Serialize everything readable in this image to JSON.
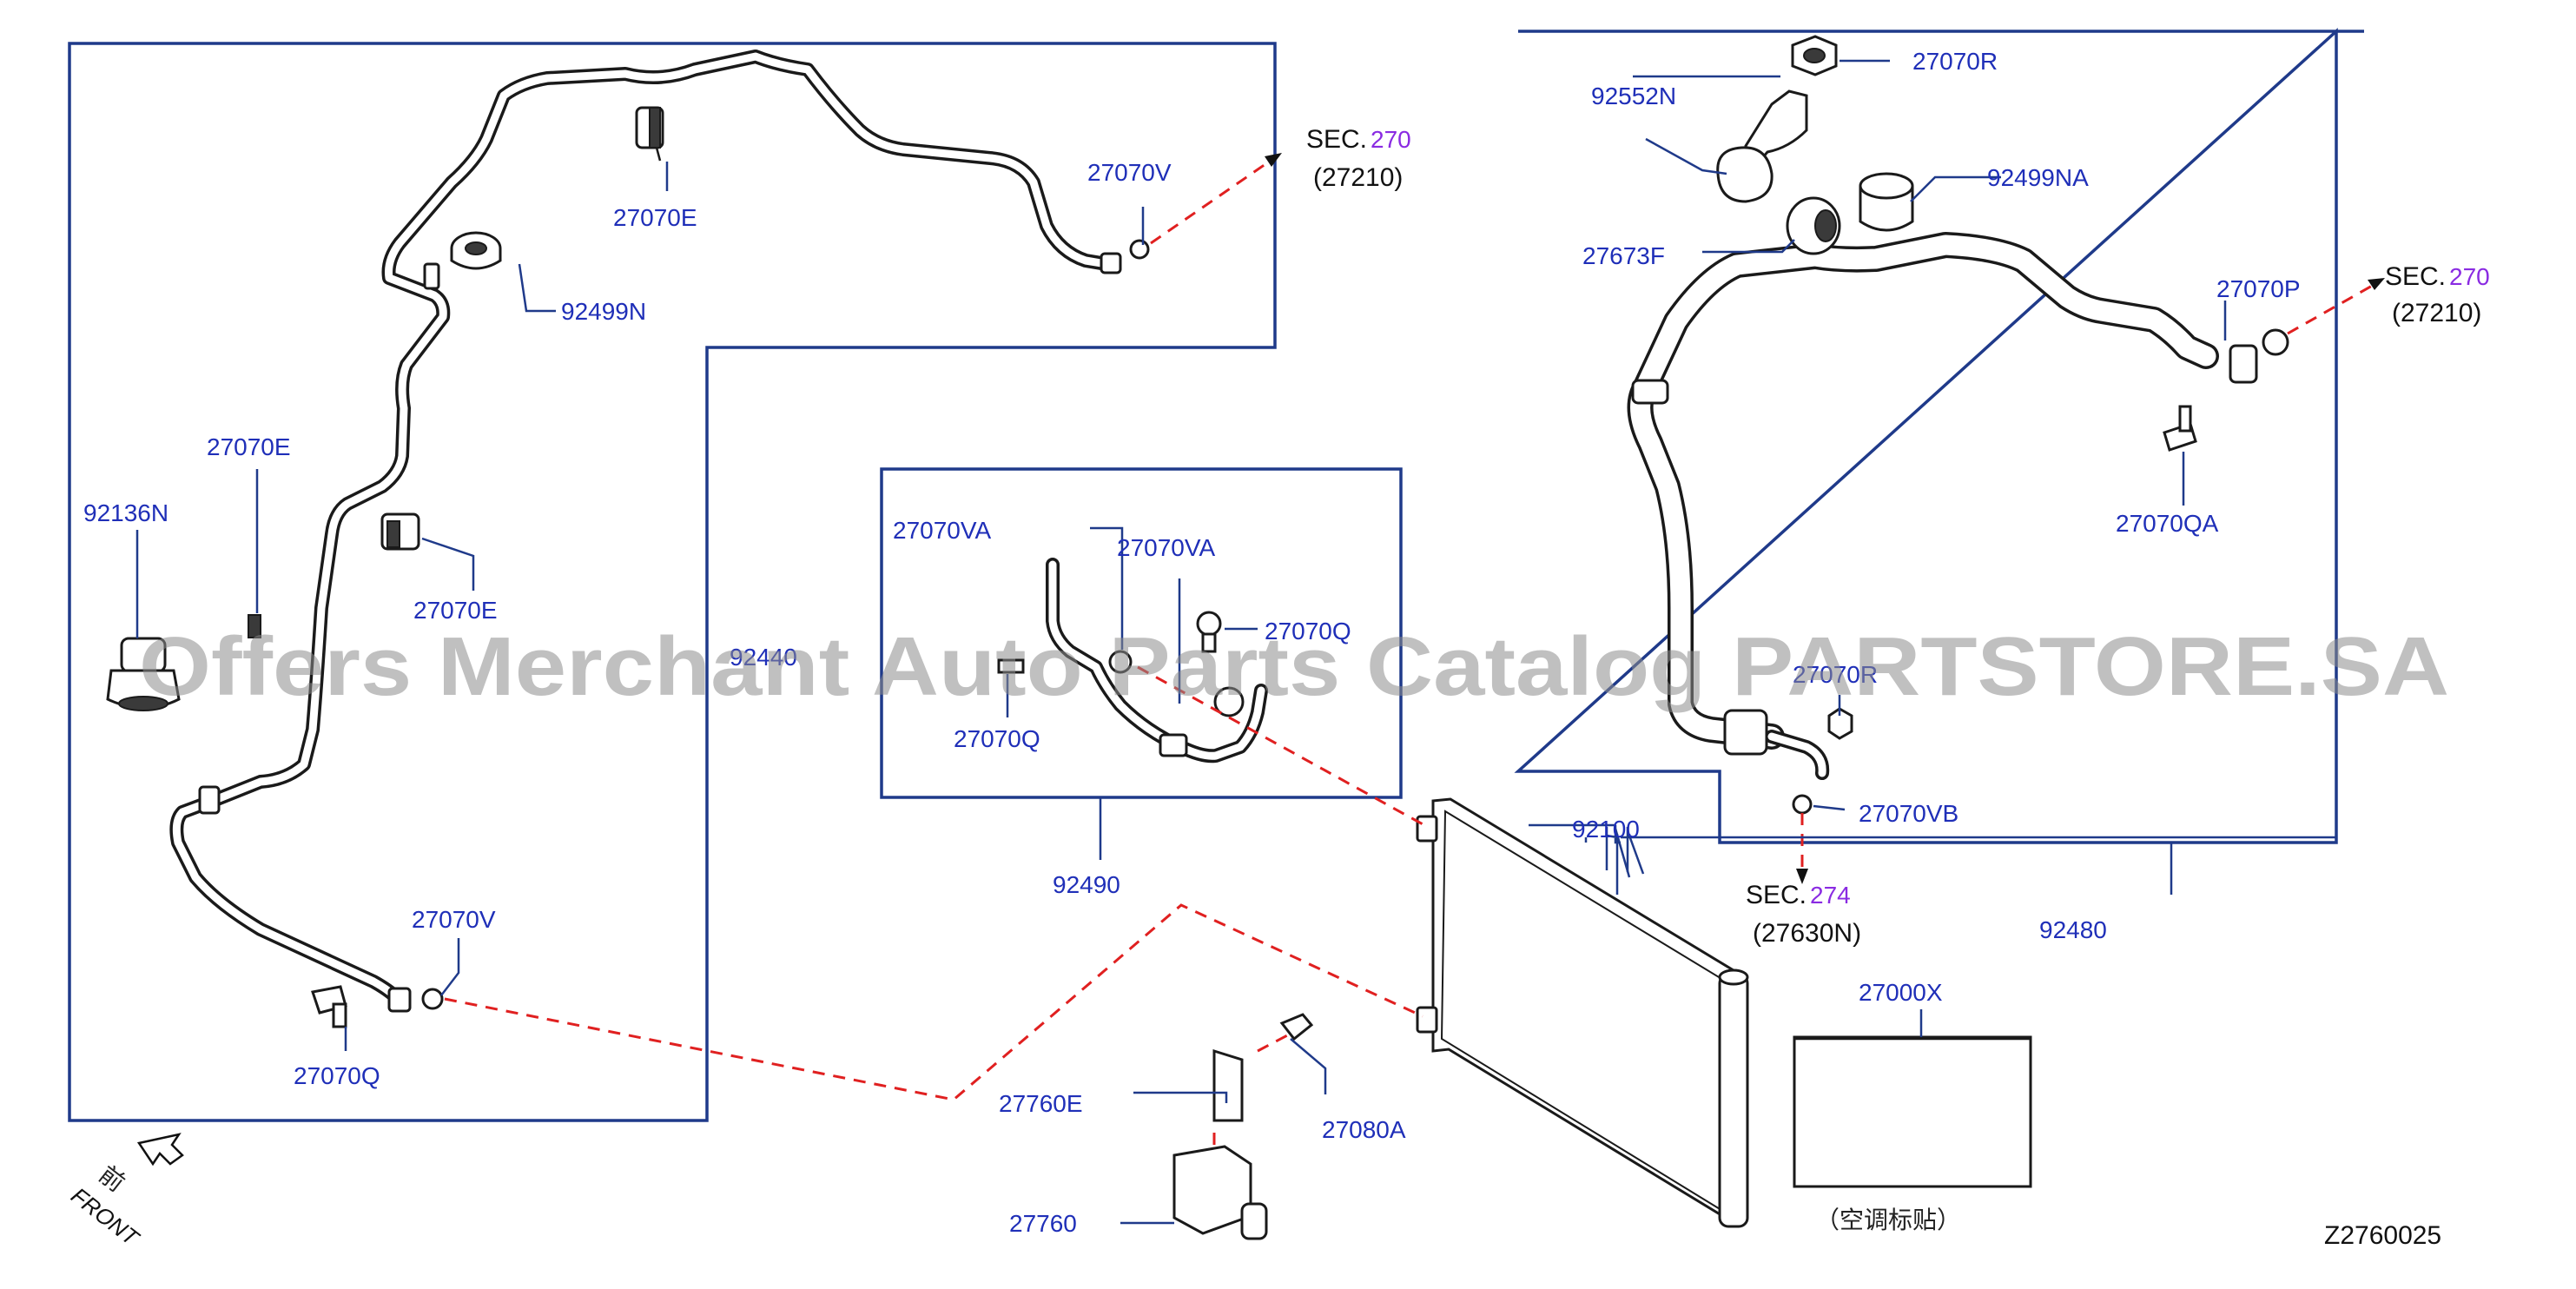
{
  "diagram_code": "Z2760025",
  "watermark": "Offers Merchant Auto Parts Catalog PARTSTORE.SA",
  "front_marker": {
    "cn": "前",
    "en": "FRONT"
  },
  "sec_refs": [
    {
      "prefix": "SEC.",
      "number": "270",
      "ref": "(27210)"
    },
    {
      "prefix": "SEC.",
      "number": "270",
      "ref": "(27210)"
    },
    {
      "prefix": "SEC.",
      "number": "274",
      "ref": "(27630N)"
    }
  ],
  "groups": {
    "left_pipe": "92440",
    "center_hose": "92490",
    "right_hose": "92480"
  },
  "parts": {
    "p27070V_top": "27070V",
    "p27070E_top": "27070E",
    "p92499N": "92499N",
    "p27070E_left": "27070E",
    "p92136N": "92136N",
    "p27070E_mid": "27070E",
    "p27070V_bot": "27070V",
    "p27070Q_bot": "27070Q",
    "p27070VA_a": "27070VA",
    "p27070VA_b": "27070VA",
    "p27070Q_c1": "27070Q",
    "p27070Q_c2": "27070Q",
    "p92100": "92100",
    "p27760E": "27760E",
    "p27080A": "27080A",
    "p27760": "27760",
    "p27000X": "27000X",
    "p27000X_note": "（空调标贴）",
    "p27070R_top": "27070R",
    "p92552N": "92552N",
    "p92499NA": "92499NA",
    "p27673F": "27673F",
    "p27070P": "27070P",
    "p27070QA": "27070QA",
    "p27070R_low": "27070R",
    "p27070VB": "27070VB"
  }
}
